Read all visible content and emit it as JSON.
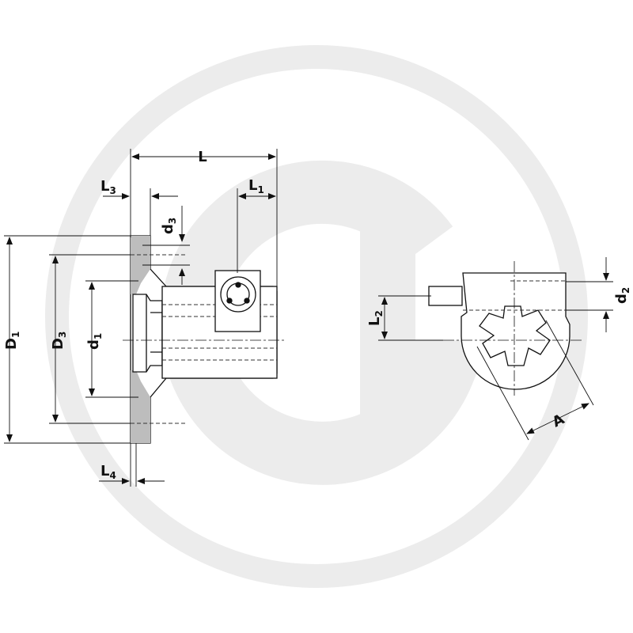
{
  "watermark": {
    "name": "logo-g",
    "color": "#ececec"
  },
  "colors": {
    "line": "#111111",
    "shade": "#bdbdbd",
    "hidden": "#333333"
  },
  "labels": {
    "L": {
      "main": "L",
      "sub": ""
    },
    "L1": {
      "main": "L",
      "sub": "1"
    },
    "L2": {
      "main": "L",
      "sub": "2"
    },
    "L3": {
      "main": "L",
      "sub": "3"
    },
    "L4": {
      "main": "L",
      "sub": "4"
    },
    "D1": {
      "main": "D",
      "sub": "1"
    },
    "D3": {
      "main": "D",
      "sub": "3"
    },
    "d1": {
      "main": "d",
      "sub": "1"
    },
    "d2": {
      "main": "d",
      "sub": "2"
    },
    "d3": {
      "main": "d",
      "sub": "3"
    },
    "A": {
      "main": "A",
      "sub": ""
    }
  }
}
